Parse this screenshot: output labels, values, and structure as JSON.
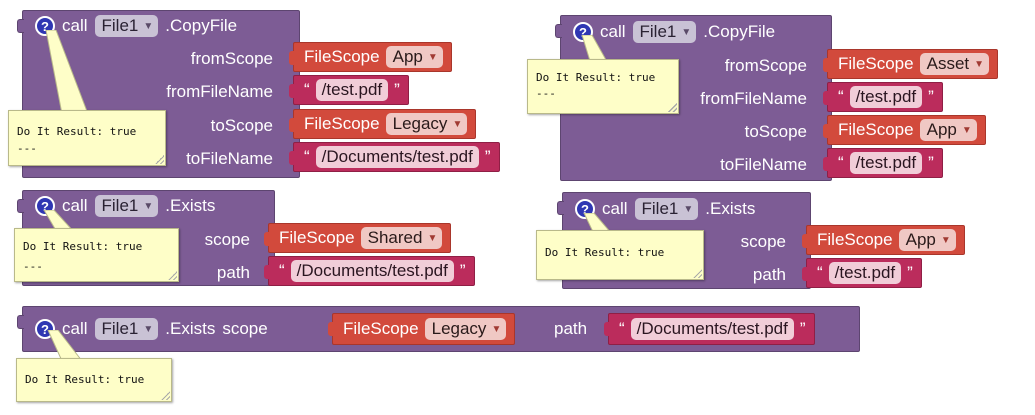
{
  "common": {
    "call": "call",
    "component": "File1",
    "file_scope": "FileScope",
    "open_quote": "“",
    "close_quote": "”",
    "caret": "▼",
    "help": "?"
  },
  "blocks": {
    "copy1": {
      "method": ".CopyFile",
      "labels": [
        "fromScope",
        "fromFileName",
        "toScope",
        "toFileName"
      ],
      "from_scope": "App",
      "from_file": "/test.pdf",
      "to_scope": "Legacy",
      "to_file": "/Documents/test.pdf",
      "result": "Do It Result: true",
      "result_extra": "---"
    },
    "copy2": {
      "method": ".CopyFile",
      "labels": [
        "fromScope",
        "fromFileName",
        "toScope",
        "toFileName"
      ],
      "from_scope": "Asset",
      "from_file": "/test.pdf",
      "to_scope": "App",
      "to_file": "/test.pdf",
      "result": "Do It Result: true",
      "result_extra": "---"
    },
    "exists1": {
      "method": ".Exists",
      "labels": [
        "scope",
        "path"
      ],
      "scope": "Shared",
      "path": "/Documents/test.pdf",
      "result": "Do It Result: true",
      "result_extra": "---"
    },
    "exists2": {
      "method": ".Exists",
      "labels": [
        "scope",
        "path"
      ],
      "scope": "App",
      "path": "/test.pdf",
      "result": "Do It Result: true"
    },
    "exists3": {
      "method": ".Exists",
      "labels": [
        "scope",
        "path"
      ],
      "scope": "Legacy",
      "path": "/Documents/test.pdf",
      "result": "Do It Result: true"
    }
  },
  "colors": {
    "procedure_block": "#7d5c95",
    "scope_block": "#d24a3c",
    "string_block": "#bb2c5c",
    "help_icon": "#2f37b3",
    "comment_bubble": "#fefec8"
  },
  "icons": {
    "help": "question-mark-circle-icon",
    "dropdown": "dropdown-caret-icon"
  }
}
